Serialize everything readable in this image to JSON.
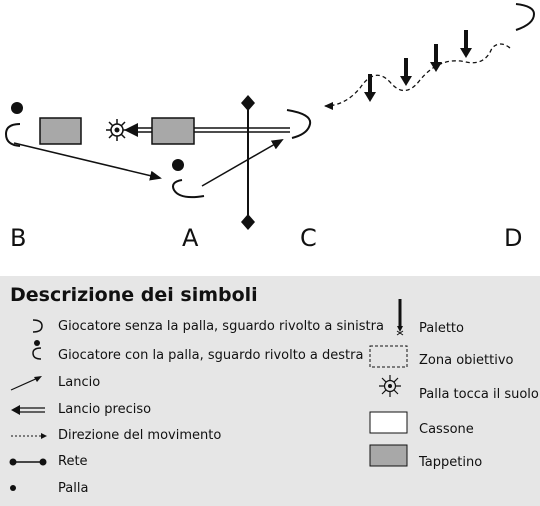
{
  "zones": {
    "b": "B",
    "a": "A",
    "c": "C",
    "d": "D"
  },
  "legend": {
    "title": "Descrizione dei simboli",
    "left_items": [
      {
        "icon": "player-no-ball-icon",
        "label": "Giocatore senza la palla, sguardo rivolto a sinistra"
      },
      {
        "icon": "player-with-ball-icon",
        "label": "Giocatore con la palla, sguardo rivolto a destra"
      },
      {
        "icon": "throw-arrow-icon",
        "label": "Lancio"
      },
      {
        "icon": "precise-throw-arrow-icon",
        "label": "Lancio preciso"
      },
      {
        "icon": "movement-arrow-icon",
        "label": "Direzione del movimento"
      },
      {
        "icon": "net-icon",
        "label": "Rete"
      },
      {
        "icon": "ball-icon",
        "label": "Palla"
      }
    ],
    "right_items": [
      {
        "icon": "pole-icon",
        "label": "Paletto"
      },
      {
        "icon": "target-zone-icon",
        "label": "Zona obiettivo"
      },
      {
        "icon": "ball-hits-ground-icon",
        "label": "Palla tocca il suolo"
      },
      {
        "icon": "box-icon",
        "label": "Cassone"
      },
      {
        "icon": "mat-icon",
        "label": "Tappetino"
      }
    ]
  },
  "colors": {
    "mat_fill": "#a8a8a8",
    "legend_bg": "#e6e6e6",
    "ink": "#111111"
  }
}
